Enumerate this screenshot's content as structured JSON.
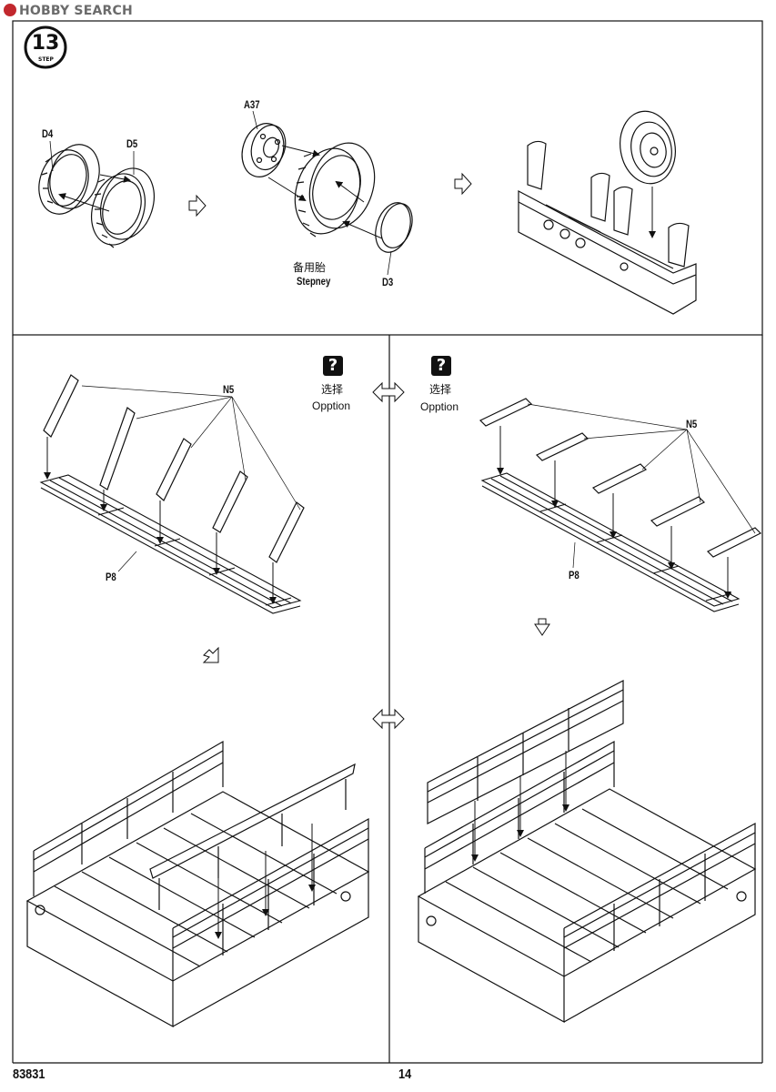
{
  "watermark": {
    "brand": "HOBBY SEARCH"
  },
  "step": {
    "number": "13",
    "label": "STEP"
  },
  "labels": {
    "d4": "D4",
    "d5": "D5",
    "a37": "A37",
    "d3": "D3",
    "stepney_cn": "备用胎",
    "stepney_en": "Stepney",
    "n5_left": "N5",
    "n5_right": "N5",
    "p8_left": "P8",
    "p8_right": "P8"
  },
  "options": [
    {
      "icon": "?",
      "cn": "选择",
      "en": "Opption"
    },
    {
      "icon": "?",
      "cn": "选择",
      "en": "Opption"
    }
  ],
  "footer": {
    "code": "83831",
    "page": "14"
  }
}
